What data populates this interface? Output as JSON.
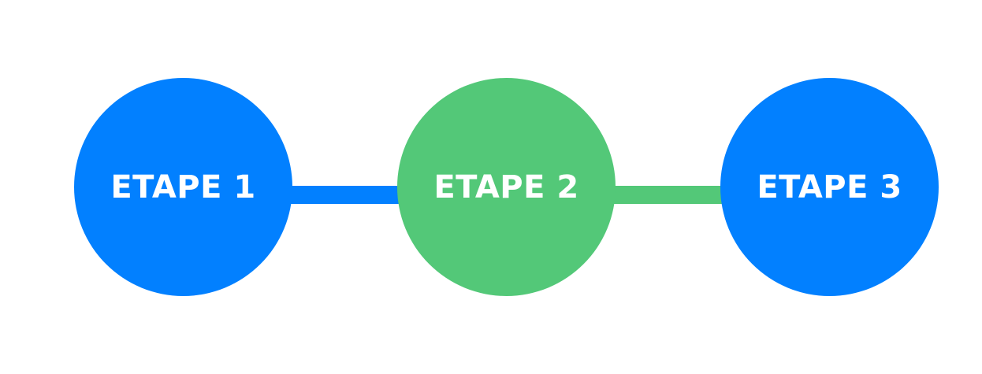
{
  "colors": {
    "blue": "#0280ff",
    "green": "#53c878",
    "background": "#ffffff"
  },
  "connectors": [
    {
      "color": "#0280ff"
    },
    {
      "color": "#53c878"
    }
  ],
  "steps": [
    {
      "label": "ETAPE 1",
      "color": "#0280ff"
    },
    {
      "label": "ETAPE 2",
      "color": "#53c878"
    },
    {
      "label": "ETAPE 3",
      "color": "#0280ff"
    }
  ]
}
